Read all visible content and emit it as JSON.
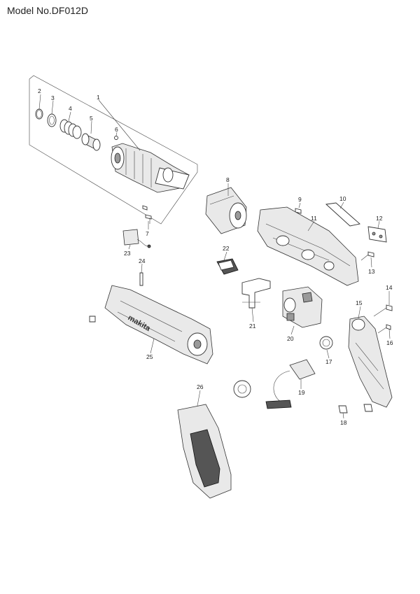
{
  "title": "Model No.DF012D",
  "logo_text": "makita",
  "callouts": [
    "1",
    "2",
    "3",
    "4",
    "5",
    "6",
    "7",
    "8",
    "9",
    "10",
    "11",
    "12",
    "13",
    "14",
    "15",
    "16",
    "17",
    "18",
    "19",
    "20",
    "21",
    "22",
    "23",
    "24",
    "25",
    "26"
  ]
}
